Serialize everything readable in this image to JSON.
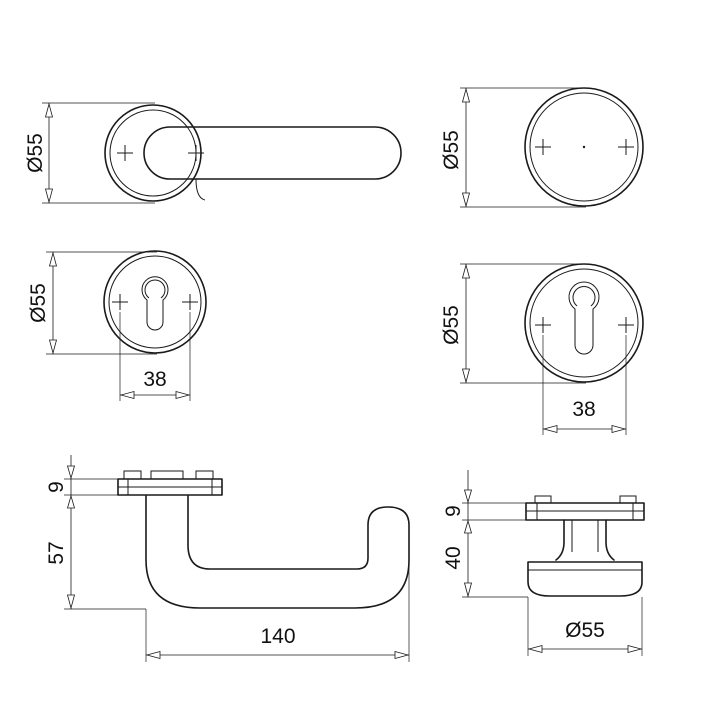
{
  "labels": {
    "rose_lever_dia": "Ø55",
    "rose_blank_dia": "Ø55",
    "escutcheon_left_dia": "Ø55",
    "escutcheon_left_spacing": "38",
    "escutcheon_right_dia": "Ø55",
    "escutcheon_right_spacing": "38",
    "lever_rose_thickness": "9",
    "lever_height": "57",
    "lever_length": "140",
    "knob_rose_thickness": "9",
    "knob_height": "40",
    "knob_dia": "Ø55"
  },
  "colors": {
    "line": "#1a1a1a",
    "background": "#ffffff"
  }
}
